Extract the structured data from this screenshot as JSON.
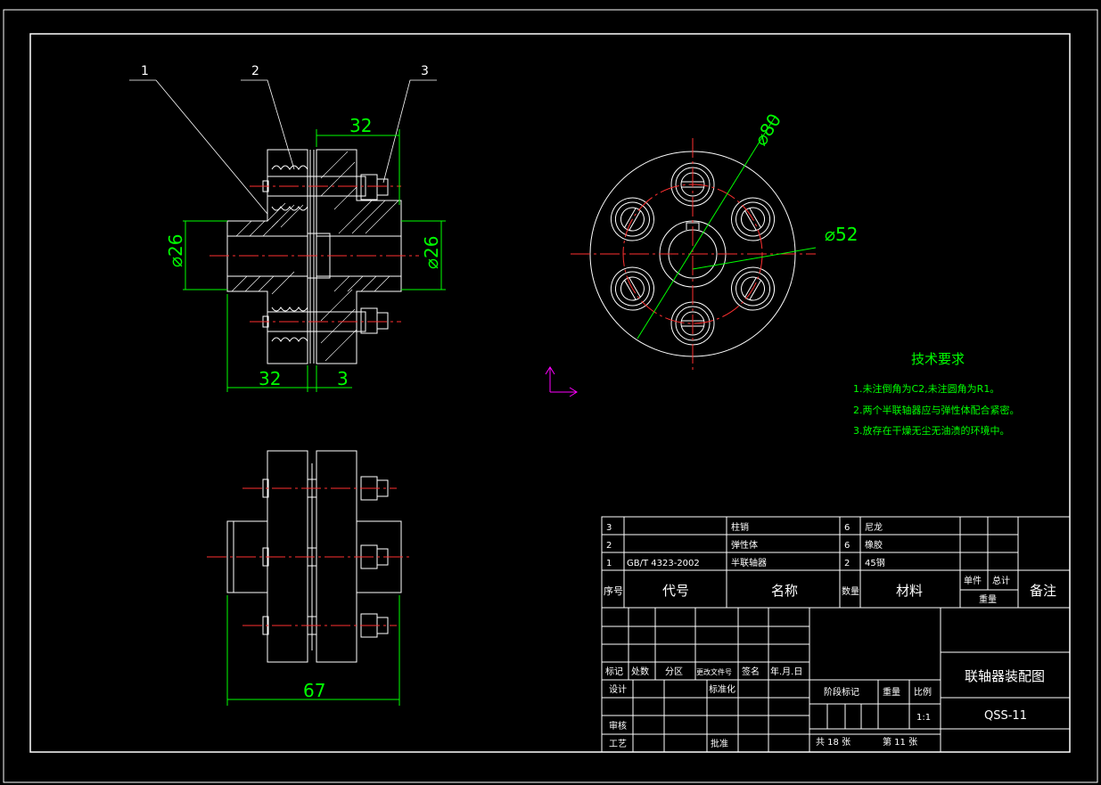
{
  "colors": {
    "background": "#000000",
    "lines": "#ffffff",
    "dimensions": "#00ff00",
    "centerlines": "#ff0000",
    "text": "#00ff00",
    "ucs": "#ff00ff"
  },
  "balloons": [
    "1",
    "2",
    "3"
  ],
  "dimensions": {
    "top_width": "32",
    "bottom_left": "32",
    "bottom_gap": "3",
    "left_dia": "⌀26",
    "right_dia": "⌀26",
    "bolt_circle": "⌀80",
    "hub_dia": "⌀52",
    "overall_length": "67"
  },
  "tech_requirements": {
    "title": "技术要求",
    "items": [
      "1.未注倒角为C2,未注圆角为R1。",
      "2.两个半联轴器应与弹性体配合紧密。",
      "3.放存在干燥无尘无油渍的环境中。"
    ]
  },
  "bom": {
    "rows": [
      {
        "no": "3",
        "code": "",
        "name": "柱销",
        "qty": "6",
        "material": "尼龙"
      },
      {
        "no": "2",
        "code": "",
        "name": "弹性体",
        "qty": "6",
        "material": "橡胶"
      },
      {
        "no": "1",
        "code": "GB/T 4323-2002",
        "name": "半联轴器",
        "qty": "2",
        "material": "45钢"
      }
    ],
    "header": {
      "no": "序号",
      "code": "代号",
      "name": "名称",
      "qty": "数量",
      "material": "材料",
      "unit": "单件",
      "total": "总计",
      "weight": "重量",
      "remark": "备注"
    }
  },
  "title_block": {
    "revision_headers": [
      "标记",
      "处数",
      "分区",
      "更改文件号",
      "签名",
      "年.月.日"
    ],
    "design": "设计",
    "standard": "标准化",
    "review": "审核",
    "process": "工艺",
    "approve": "批准",
    "stage_mark": "阶段标记",
    "weight": "重量",
    "scale": "比例",
    "scale_value": "1:1",
    "drawing_name": "联轴器装配图",
    "drawing_no": "QSS-11",
    "total_sheets": "共 18 张",
    "sheet_no": "第 11 张"
  }
}
